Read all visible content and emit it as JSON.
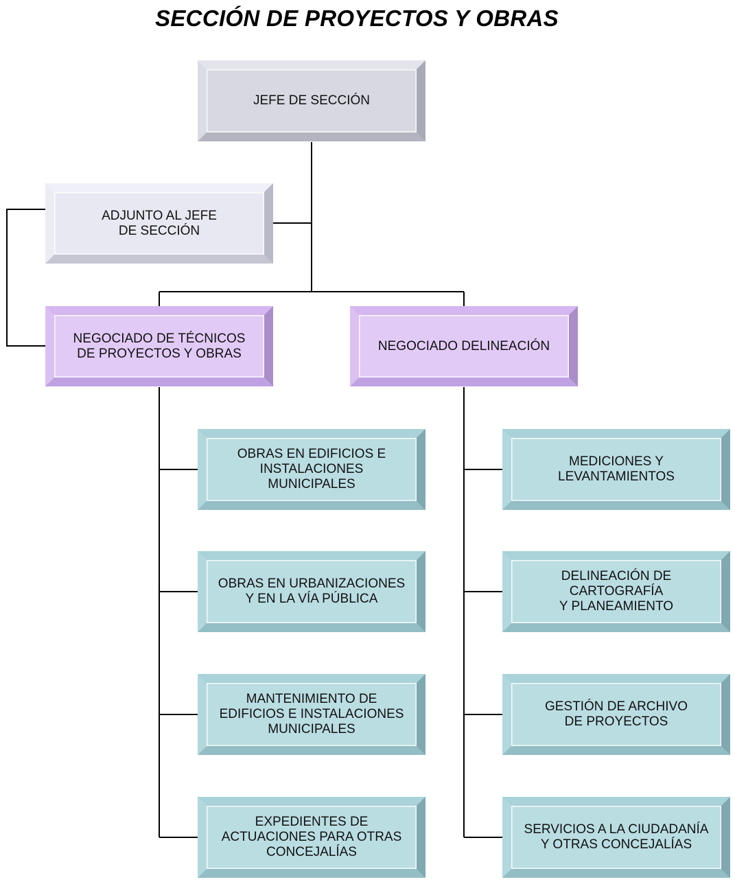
{
  "title": "SECCIÓN DE PROYECTOS Y OBRAS",
  "colors": {
    "chief": "#d8d8e2",
    "deputy": "#e8e8f2",
    "unit": "#e2caf6",
    "task": "#badde2",
    "line": "#000000"
  },
  "nodes": {
    "chief": {
      "label": "JEFE DE SECCIÓN"
    },
    "deputy": {
      "label": "ADJUNTO AL JEFE\nDE SECCIÓN"
    },
    "unit_tecnicos": {
      "label": "NEGOCIADO DE TÉCNICOS\nDE PROYECTOS Y OBRAS"
    },
    "unit_delineacion": {
      "label": "NEGOCIADO DELINEACIÓN"
    },
    "tecnicos_tasks": [
      {
        "label": "OBRAS EN EDIFICIOS E\nINSTALACIONES\nMUNICIPALES"
      },
      {
        "label": "OBRAS EN URBANIZACIONES\nY EN LA VÍA PÚBLICA"
      },
      {
        "label": "MANTENIMIENTO DE\nEDIFICIOS E INSTALACIONES\nMUNICIPALES"
      },
      {
        "label": "EXPEDIENTES DE\nACTUACIONES PARA OTRAS\nCONCEJALÍAS"
      }
    ],
    "delineacion_tasks": [
      {
        "label": "MEDICIONES Y\nLEVANTAMIENTOS"
      },
      {
        "label": "DELINEACIÓN DE\nCARTOGRAFÍA\nY PLANEAMIENTO"
      },
      {
        "label": "GESTIÓN DE ARCHIVO\nDE PROYECTOS"
      },
      {
        "label": "SERVICIOS A LA CIUDADANÍA\nY OTRAS CONCEJALÍAS"
      }
    ]
  }
}
